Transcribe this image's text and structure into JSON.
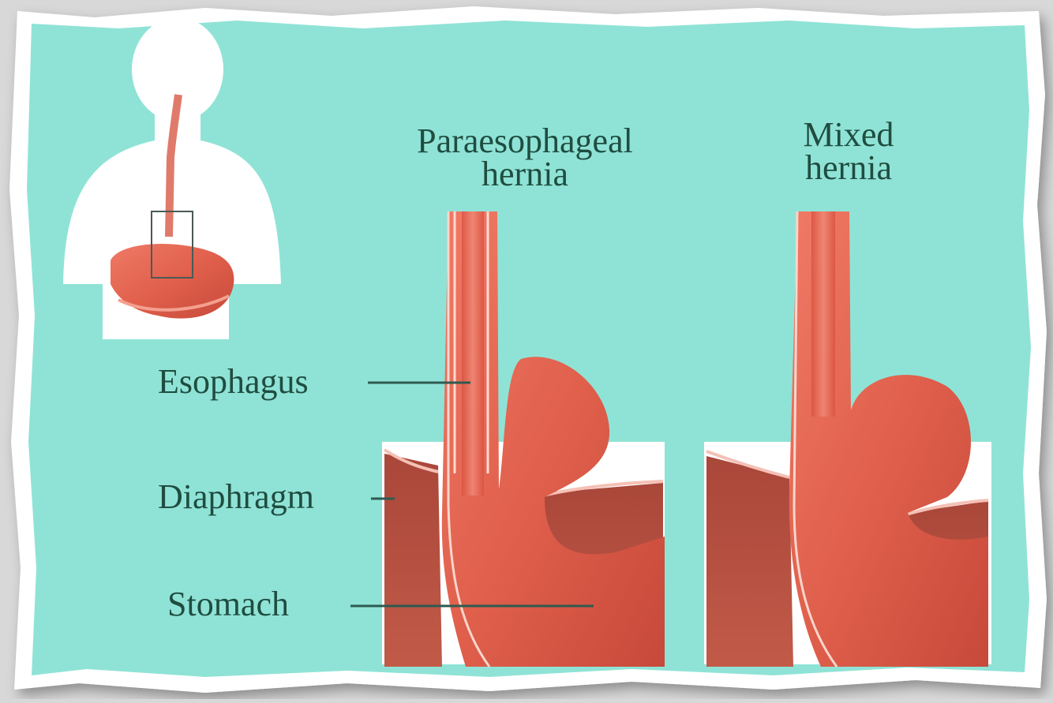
{
  "diagram": {
    "panels": [
      {
        "title_line1": "Paraesophageal",
        "title_line2": "hernia"
      },
      {
        "title_line1": "Mixed",
        "title_line2": "hernia"
      }
    ],
    "labels": {
      "esophagus": "Esophagus",
      "diaphragm": "Diaphragm",
      "stomach": "Stomach"
    },
    "colors": {
      "background": "#8fe3d6",
      "tissue": "#e0604c",
      "tissue_dark": "#b8412f",
      "label_text": "#1f4d40",
      "body_silhouette": "#ffffff"
    },
    "icons": [
      "body-silhouette-icon",
      "digestive-tract-icon"
    ]
  }
}
